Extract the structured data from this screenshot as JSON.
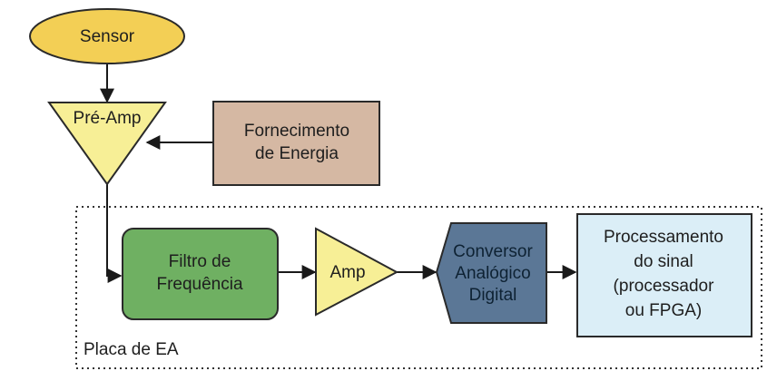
{
  "nodes": {
    "sensor": {
      "label": "Sensor",
      "fill": "#f3cf55"
    },
    "preamp": {
      "label": "Pré-Amp",
      "fill": "#f7ef96"
    },
    "power": {
      "lines": [
        "Fornecimento",
        "de Energia"
      ],
      "fill": "#d5b8a3"
    },
    "filter": {
      "lines": [
        "Filtro de",
        "Frequência"
      ],
      "fill": "#6fb062"
    },
    "amp": {
      "label": "Amp",
      "fill": "#f7ef96"
    },
    "adc": {
      "lines": [
        "Conversor",
        "Analógico",
        "Digital"
      ],
      "fill": "#5b7796"
    },
    "processing": {
      "lines": [
        "Processamento",
        "do sinal",
        "(processador",
        "ou FPGA)"
      ],
      "fill": "#dbeef7"
    }
  },
  "board": {
    "label": "Placa de EA"
  }
}
